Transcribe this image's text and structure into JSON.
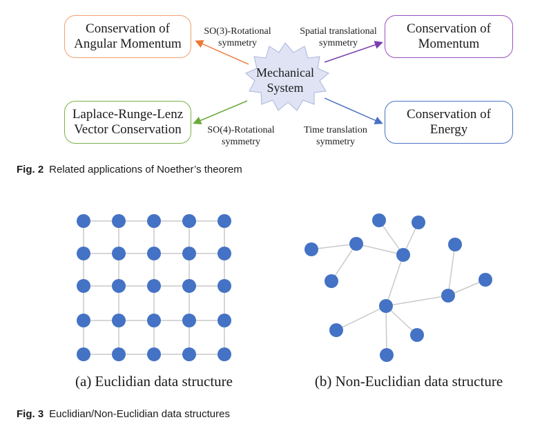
{
  "figure2": {
    "center_label_line1": "Mechanical",
    "center_label_line2": "System",
    "boxes": [
      {
        "id": "angular",
        "line1": "Conservation of",
        "line2": "Angular Momentum",
        "color": "#f0a070"
      },
      {
        "id": "momentum",
        "line1": "Conservation of",
        "line2": "Momentum",
        "color": "#9a4fc0"
      },
      {
        "id": "lrl",
        "line1": "Laplace-Runge-Lenz",
        "line2": "Vector Conservation",
        "color": "#7ab04a"
      },
      {
        "id": "energy",
        "line1": "Conservation of",
        "line2": "Energy",
        "color": "#4a72c4"
      }
    ],
    "edges": [
      {
        "line1": "SO(3)-Rotational",
        "line2": "symmetry",
        "color": "#ee7733"
      },
      {
        "line1": "Spatial translational",
        "line2": "symmetry",
        "color": "#7a3fb0"
      },
      {
        "line1": "SO(4)-Rotational",
        "line2": "symmetry",
        "color": "#6aaa3a"
      },
      {
        "line1": "Time translation",
        "line2": "symmetry",
        "color": "#4a6fc4"
      }
    ],
    "caption_label": "Fig. 2",
    "caption_text": "Related applications of Noether’s theorem"
  },
  "figure3": {
    "node_color": "#4472c4",
    "edge_color": "#c9c9c9",
    "sub_a": "(a) Euclidian data structure",
    "sub_b": "(b) Non-Euclidian data structure",
    "caption_label": "Fig. 3",
    "caption_text": "Euclidian/Non-Euclidian data structures"
  }
}
